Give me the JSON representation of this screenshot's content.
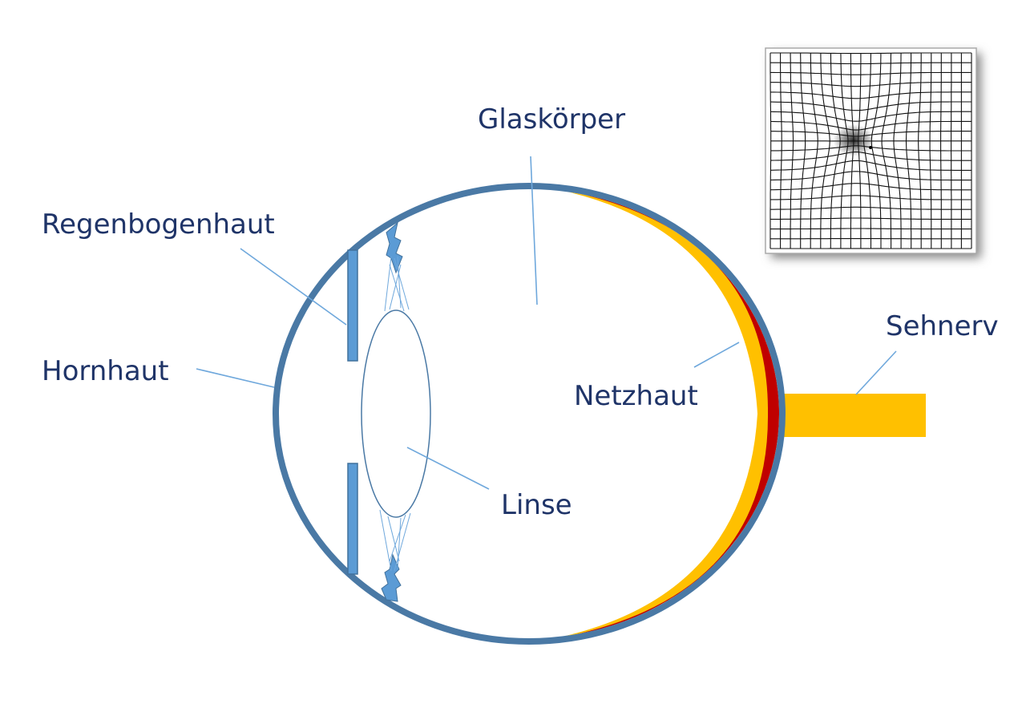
{
  "labels": {
    "vitreous": "Glaskörper",
    "iris": "Regenbogenhaut",
    "cornea": "Hornhaut",
    "retina": "Netzhaut",
    "lens": "Linse",
    "optic_nerve": "Sehnerv"
  },
  "colors": {
    "eye_wall": "#4a79a5",
    "iris": "#5b9bd5",
    "retina_yellow": "#ffc000",
    "retina_red": "#c00000",
    "label": "#1f3468"
  }
}
